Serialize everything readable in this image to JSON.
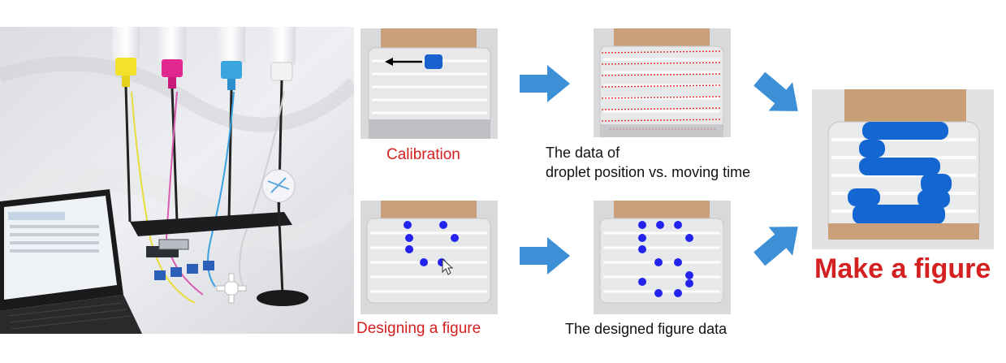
{
  "captions": {
    "calibration": "Calibration",
    "data_line1": "The data of",
    "data_line2": "droplet position vs. moving time",
    "designing": "Designing a figure",
    "designed_data": "The designed figure data",
    "make_figure": "Make a figure"
  },
  "colors": {
    "accent_red": "#d42020",
    "arrow_blue": "#3d8fd6",
    "droplet_blue": "#1a5fd0",
    "dot_blue": "#2323ee",
    "trace_red": "#e03030"
  },
  "icons": {
    "flow_arrow": "flow-arrow-icon",
    "left_arrow": "left-arrow-icon",
    "cursor": "cursor-icon"
  }
}
